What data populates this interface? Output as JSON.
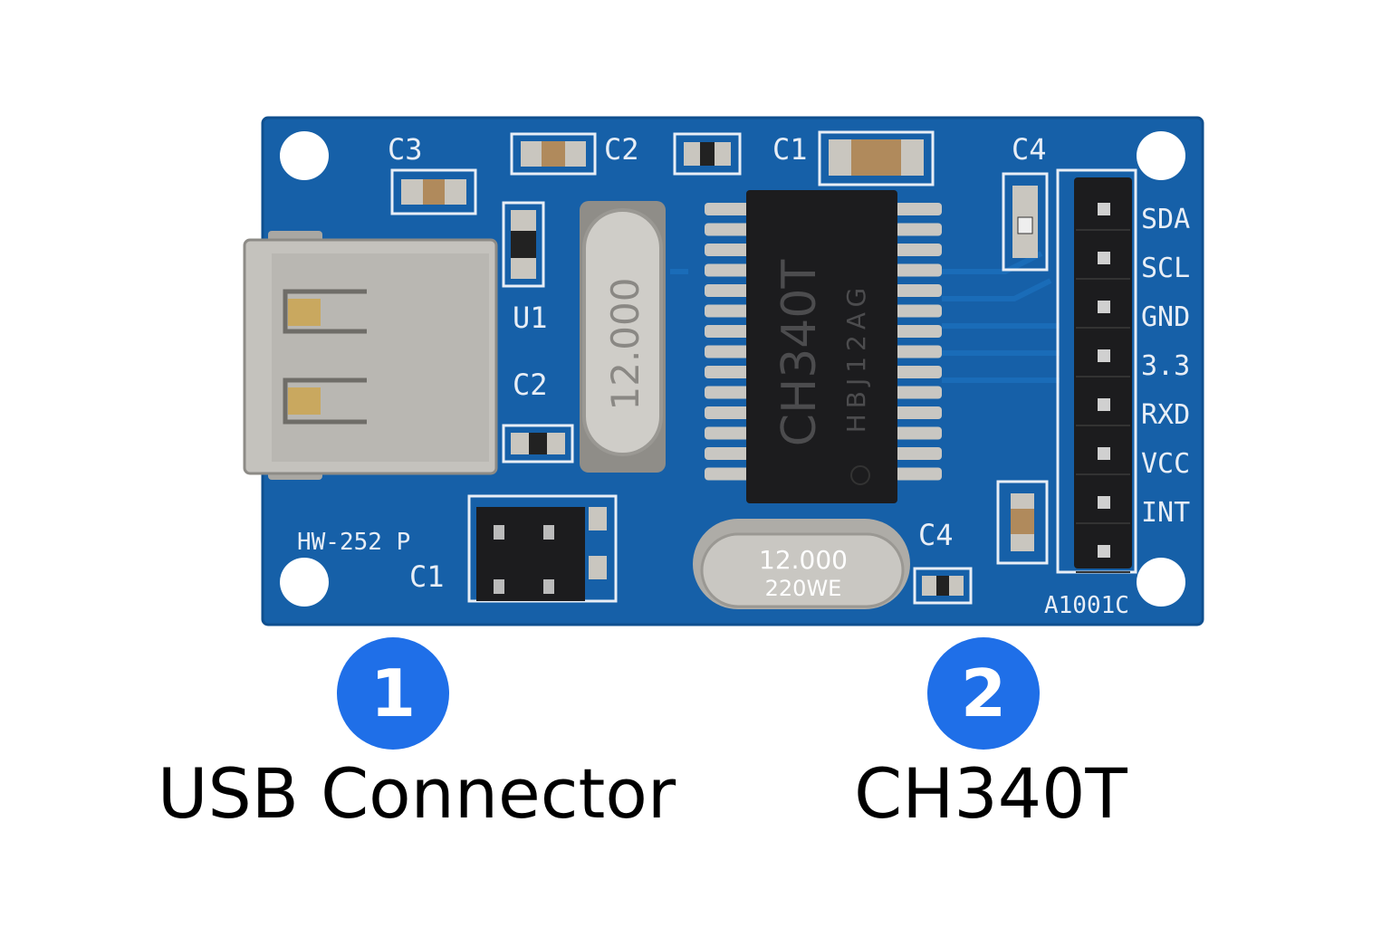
{
  "board": {
    "model": "HW-252 P",
    "revision": "A1001C",
    "colors": {
      "pcb": "#1660a8",
      "silk": "#e8eef6",
      "ic": "#1c1c1e",
      "metal": "#b8b6b0",
      "badge": "#1f6fe8"
    },
    "silkscreen": {
      "c3": "C3",
      "c2_top": "C2",
      "c1_top": "C1",
      "c4_top": "C4",
      "u1": "U1",
      "c2_mid": "C2",
      "c1_bottom": "C1",
      "c4_bottom": "C4"
    },
    "crystal_vertical": "12.000",
    "crystal_bottom": {
      "line1": "12.000",
      "line2": "220WE"
    },
    "chip": {
      "name": "CH340T",
      "code": "HBJ12AG",
      "pins_per_side": 14
    },
    "header_pins": [
      "SDA",
      "SCL",
      "GND",
      "3.3",
      "RXD",
      "VCC",
      "INT",
      ""
    ]
  },
  "callouts": [
    {
      "number": "1",
      "label": "USB Connector"
    },
    {
      "number": "2",
      "label": "CH340T"
    }
  ]
}
